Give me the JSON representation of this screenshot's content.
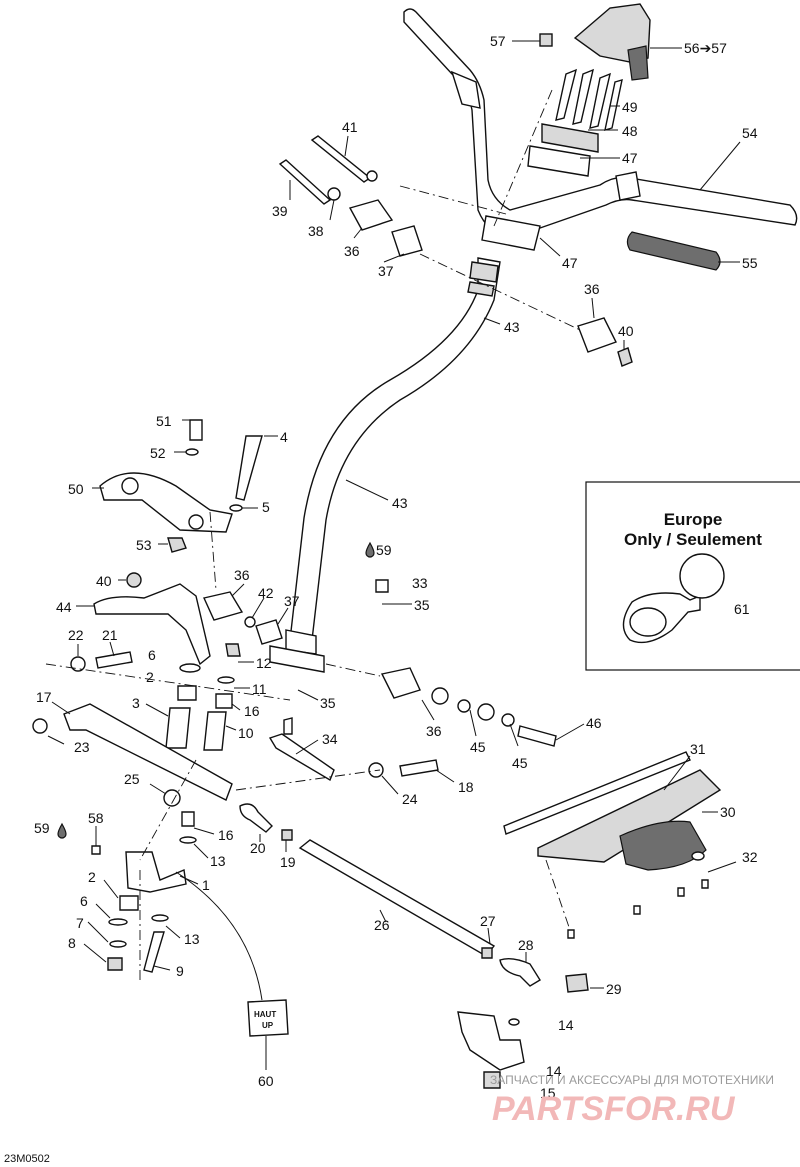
{
  "diagram_code": "23M0502",
  "inset": {
    "line1": "Europe",
    "line2": "Only / Seulement"
  },
  "tag_label_line1": "HAUT",
  "tag_label_line2": "UP",
  "watermark": {
    "line1": "ЗАПЧАСТИ И АКСЕССУАРЫ ДЛЯ МОТОТЕХНИКИ",
    "line2": "PARTSFOR.RU"
  },
  "lube_marker": "drop-icon",
  "callouts": [
    {
      "id": "57a",
      "text": "57"
    },
    {
      "id": "56",
      "text": "56➔57"
    },
    {
      "id": "49",
      "text": "49"
    },
    {
      "id": "48",
      "text": "48"
    },
    {
      "id": "47a",
      "text": "47"
    },
    {
      "id": "54",
      "text": "54"
    },
    {
      "id": "41",
      "text": "41"
    },
    {
      "id": "39",
      "text": "39"
    },
    {
      "id": "38",
      "text": "38"
    },
    {
      "id": "36a",
      "text": "36"
    },
    {
      "id": "37a",
      "text": "37"
    },
    {
      "id": "47b",
      "text": "47"
    },
    {
      "id": "55",
      "text": "55"
    },
    {
      "id": "36b",
      "text": "36"
    },
    {
      "id": "40a",
      "text": "40"
    },
    {
      "id": "43a",
      "text": "43"
    },
    {
      "id": "51",
      "text": "51"
    },
    {
      "id": "4",
      "text": "4"
    },
    {
      "id": "52",
      "text": "52"
    },
    {
      "id": "43b",
      "text": "43"
    },
    {
      "id": "50",
      "text": "50"
    },
    {
      "id": "5",
      "text": "5"
    },
    {
      "id": "53",
      "text": "53"
    },
    {
      "id": "59a",
      "text": "59"
    },
    {
      "id": "33",
      "text": "33"
    },
    {
      "id": "35a",
      "text": "35"
    },
    {
      "id": "40b",
      "text": "40"
    },
    {
      "id": "36c",
      "text": "36"
    },
    {
      "id": "42",
      "text": "42"
    },
    {
      "id": "37b",
      "text": "37"
    },
    {
      "id": "44",
      "text": "44"
    },
    {
      "id": "22",
      "text": "22"
    },
    {
      "id": "21",
      "text": "21"
    },
    {
      "id": "6a",
      "text": "6"
    },
    {
      "id": "12",
      "text": "12"
    },
    {
      "id": "2a",
      "text": "2"
    },
    {
      "id": "11",
      "text": "11"
    },
    {
      "id": "35b",
      "text": "35"
    },
    {
      "id": "17",
      "text": "17"
    },
    {
      "id": "3",
      "text": "3"
    },
    {
      "id": "16a",
      "text": "16"
    },
    {
      "id": "10",
      "text": "10"
    },
    {
      "id": "46",
      "text": "46"
    },
    {
      "id": "23",
      "text": "23"
    },
    {
      "id": "34",
      "text": "34"
    },
    {
      "id": "36d",
      "text": "36"
    },
    {
      "id": "45a",
      "text": "45"
    },
    {
      "id": "45b",
      "text": "45"
    },
    {
      "id": "31",
      "text": "31"
    },
    {
      "id": "25",
      "text": "25"
    },
    {
      "id": "18",
      "text": "18"
    },
    {
      "id": "24",
      "text": "24"
    },
    {
      "id": "30",
      "text": "30"
    },
    {
      "id": "59b",
      "text": "59"
    },
    {
      "id": "58",
      "text": "58"
    },
    {
      "id": "16b",
      "text": "16"
    },
    {
      "id": "20",
      "text": "20"
    },
    {
      "id": "19",
      "text": "19"
    },
    {
      "id": "13a",
      "text": "13"
    },
    {
      "id": "32",
      "text": "32"
    },
    {
      "id": "1",
      "text": "1"
    },
    {
      "id": "2b",
      "text": "2"
    },
    {
      "id": "6b",
      "text": "6"
    },
    {
      "id": "26",
      "text": "26"
    },
    {
      "id": "7",
      "text": "7"
    },
    {
      "id": "13b",
      "text": "13"
    },
    {
      "id": "27",
      "text": "27"
    },
    {
      "id": "28",
      "text": "28"
    },
    {
      "id": "8",
      "text": "8"
    },
    {
      "id": "9",
      "text": "9"
    },
    {
      "id": "29",
      "text": "29"
    },
    {
      "id": "14a",
      "text": "14"
    },
    {
      "id": "61",
      "text": "61"
    },
    {
      "id": "60",
      "text": "60"
    },
    {
      "id": "14b",
      "text": "14"
    },
    {
      "id": "15",
      "text": "15"
    }
  ]
}
